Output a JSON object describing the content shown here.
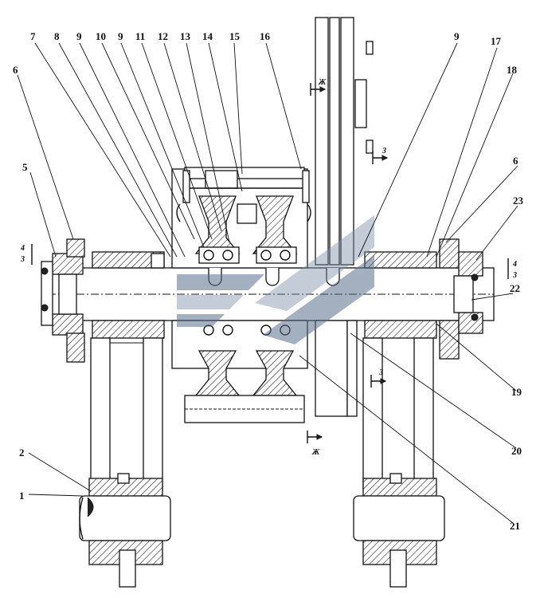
{
  "drawing": {
    "callouts_top": [
      "7",
      "8",
      "9",
      "10",
      "9",
      "11",
      "12",
      "13",
      "14",
      "15",
      "16",
      "9",
      "17",
      "18"
    ],
    "callouts_left": [
      "6",
      "5",
      "2",
      "1"
    ],
    "callouts_right": [
      "6",
      "23",
      "22",
      "19",
      "20",
      "21"
    ],
    "section_marks": {
      "zh_top": "Ж",
      "zh_bottom": "Ж",
      "z_top": "3",
      "z_bottom": "3",
      "left_upper": "4",
      "left_lower": "3",
      "right_upper": "4",
      "right_lower": "3"
    }
  }
}
